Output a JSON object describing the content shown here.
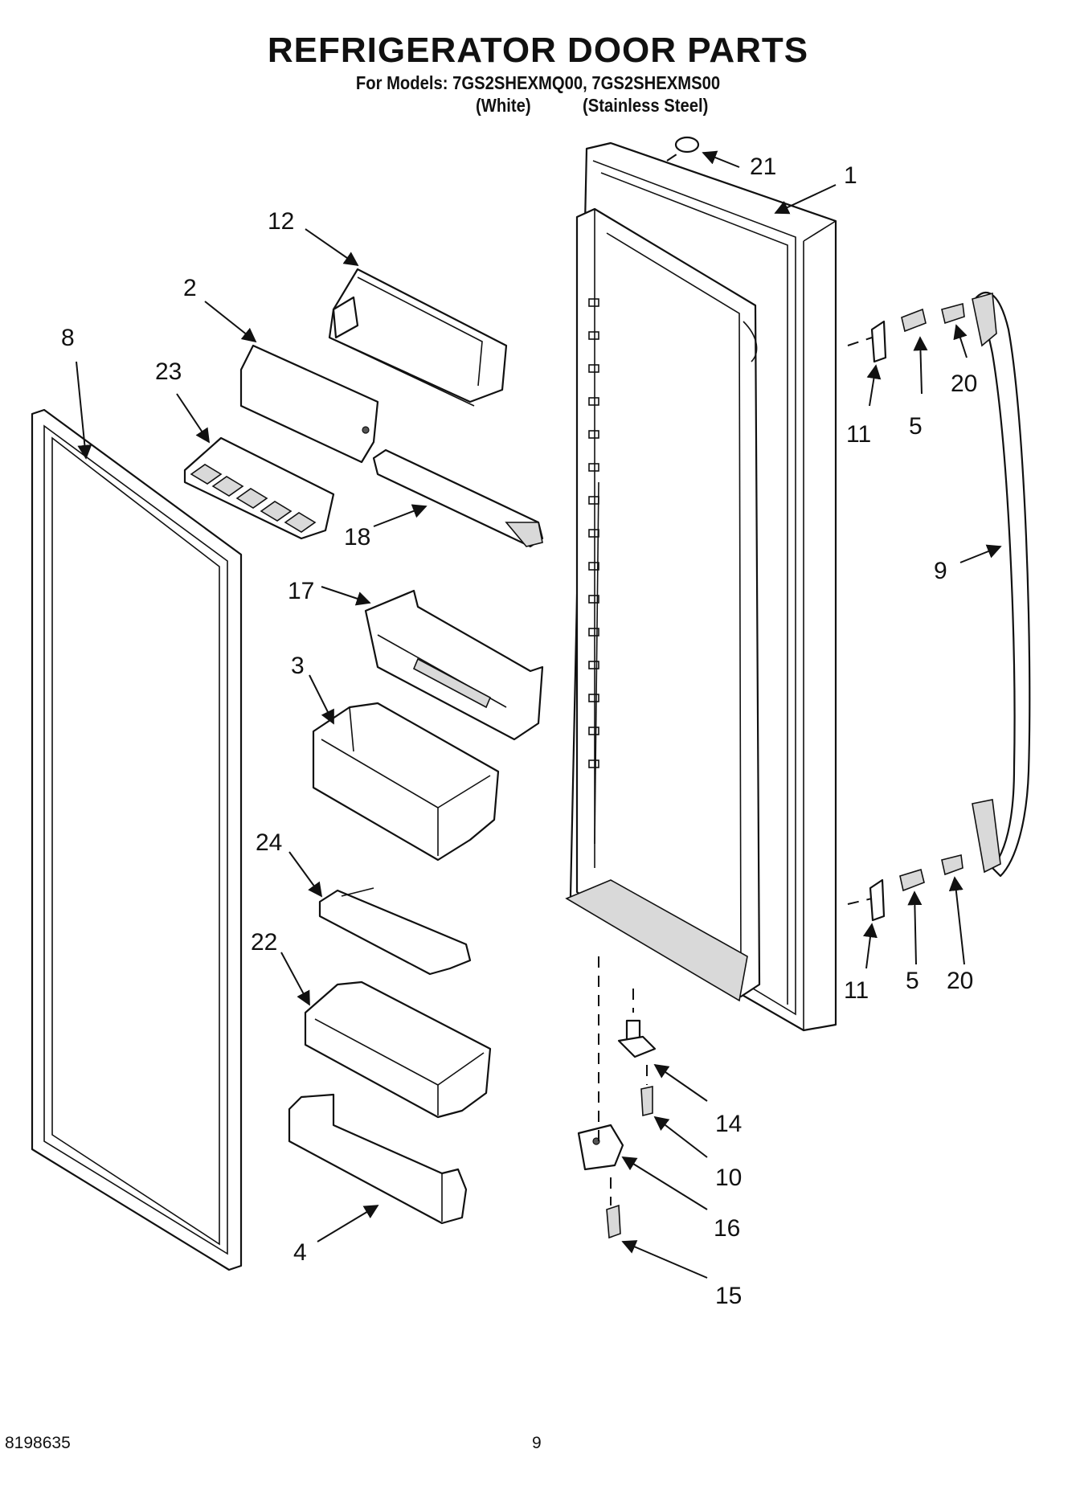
{
  "header": {
    "title": "REFRIGERATOR DOOR PARTS",
    "models_line": "For Models: 7GS2SHEXMQ00, 7GS2SHEXMS00",
    "variant_white": "(White)",
    "variant_stainless": "(Stainless Steel)"
  },
  "callouts": {
    "c1": "1",
    "c2": "2",
    "c3": "3",
    "c4": "4",
    "c5a": "5",
    "c5b": "5",
    "c8": "8",
    "c9": "9",
    "c10": "10",
    "c11a": "11",
    "c11b": "11",
    "c12": "12",
    "c14": "14",
    "c15": "15",
    "c16": "16",
    "c17": "17",
    "c18": "18",
    "c20a": "20",
    "c20b": "20",
    "c21": "21",
    "c22": "22",
    "c23": "23",
    "c24": "24"
  },
  "footer": {
    "doc_number": "8198635",
    "page_number": "9"
  }
}
